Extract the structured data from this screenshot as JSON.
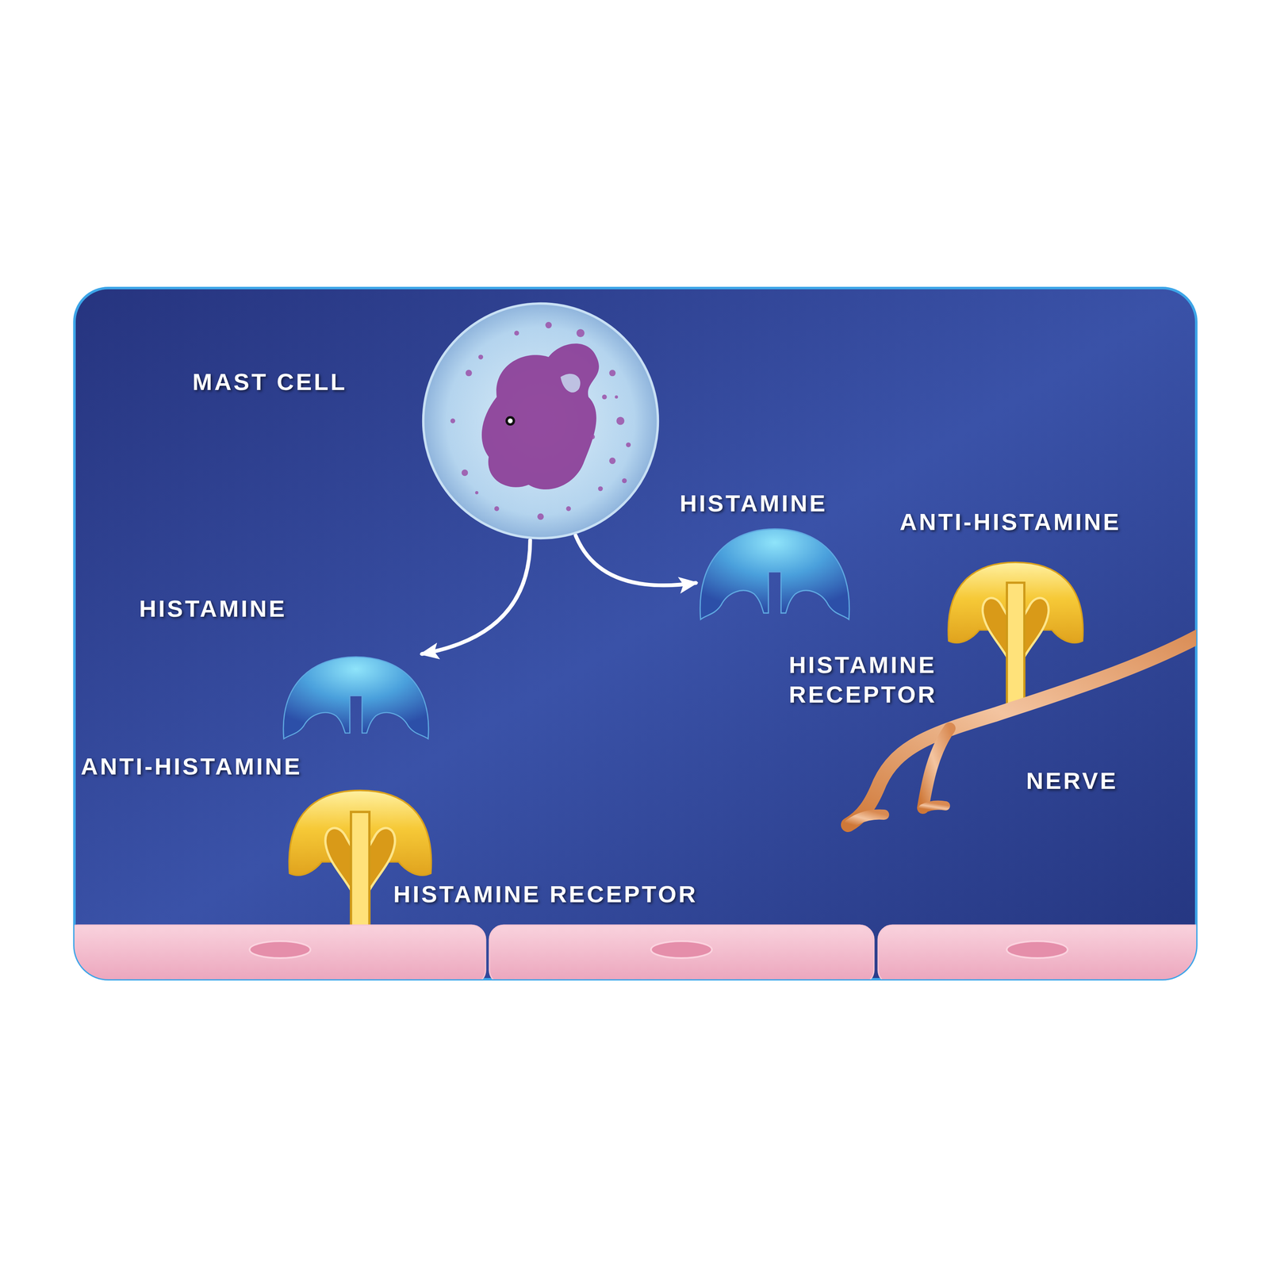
{
  "diagram": {
    "nodes": [
      {
        "text": [
          "MAST CELL"
        ]
      },
      {
        "text": [
          "HISTAMINE"
        ]
      },
      {
        "text": [
          "HISTAMINE"
        ]
      }
    ],
    "edges": [
      {
        "from": 0,
        "to": 2,
        "arrow": "to"
      },
      {
        "from": 0,
        "to": 1,
        "arrow": "to"
      }
    ],
    "labels": [
      "ANTI-HISTAMINE",
      "HISTAMINE RECEPTOR",
      "ANTI-HISTAMINE",
      "NERVE",
      "HISTAMINE RECEPTOR"
    ]
  }
}
